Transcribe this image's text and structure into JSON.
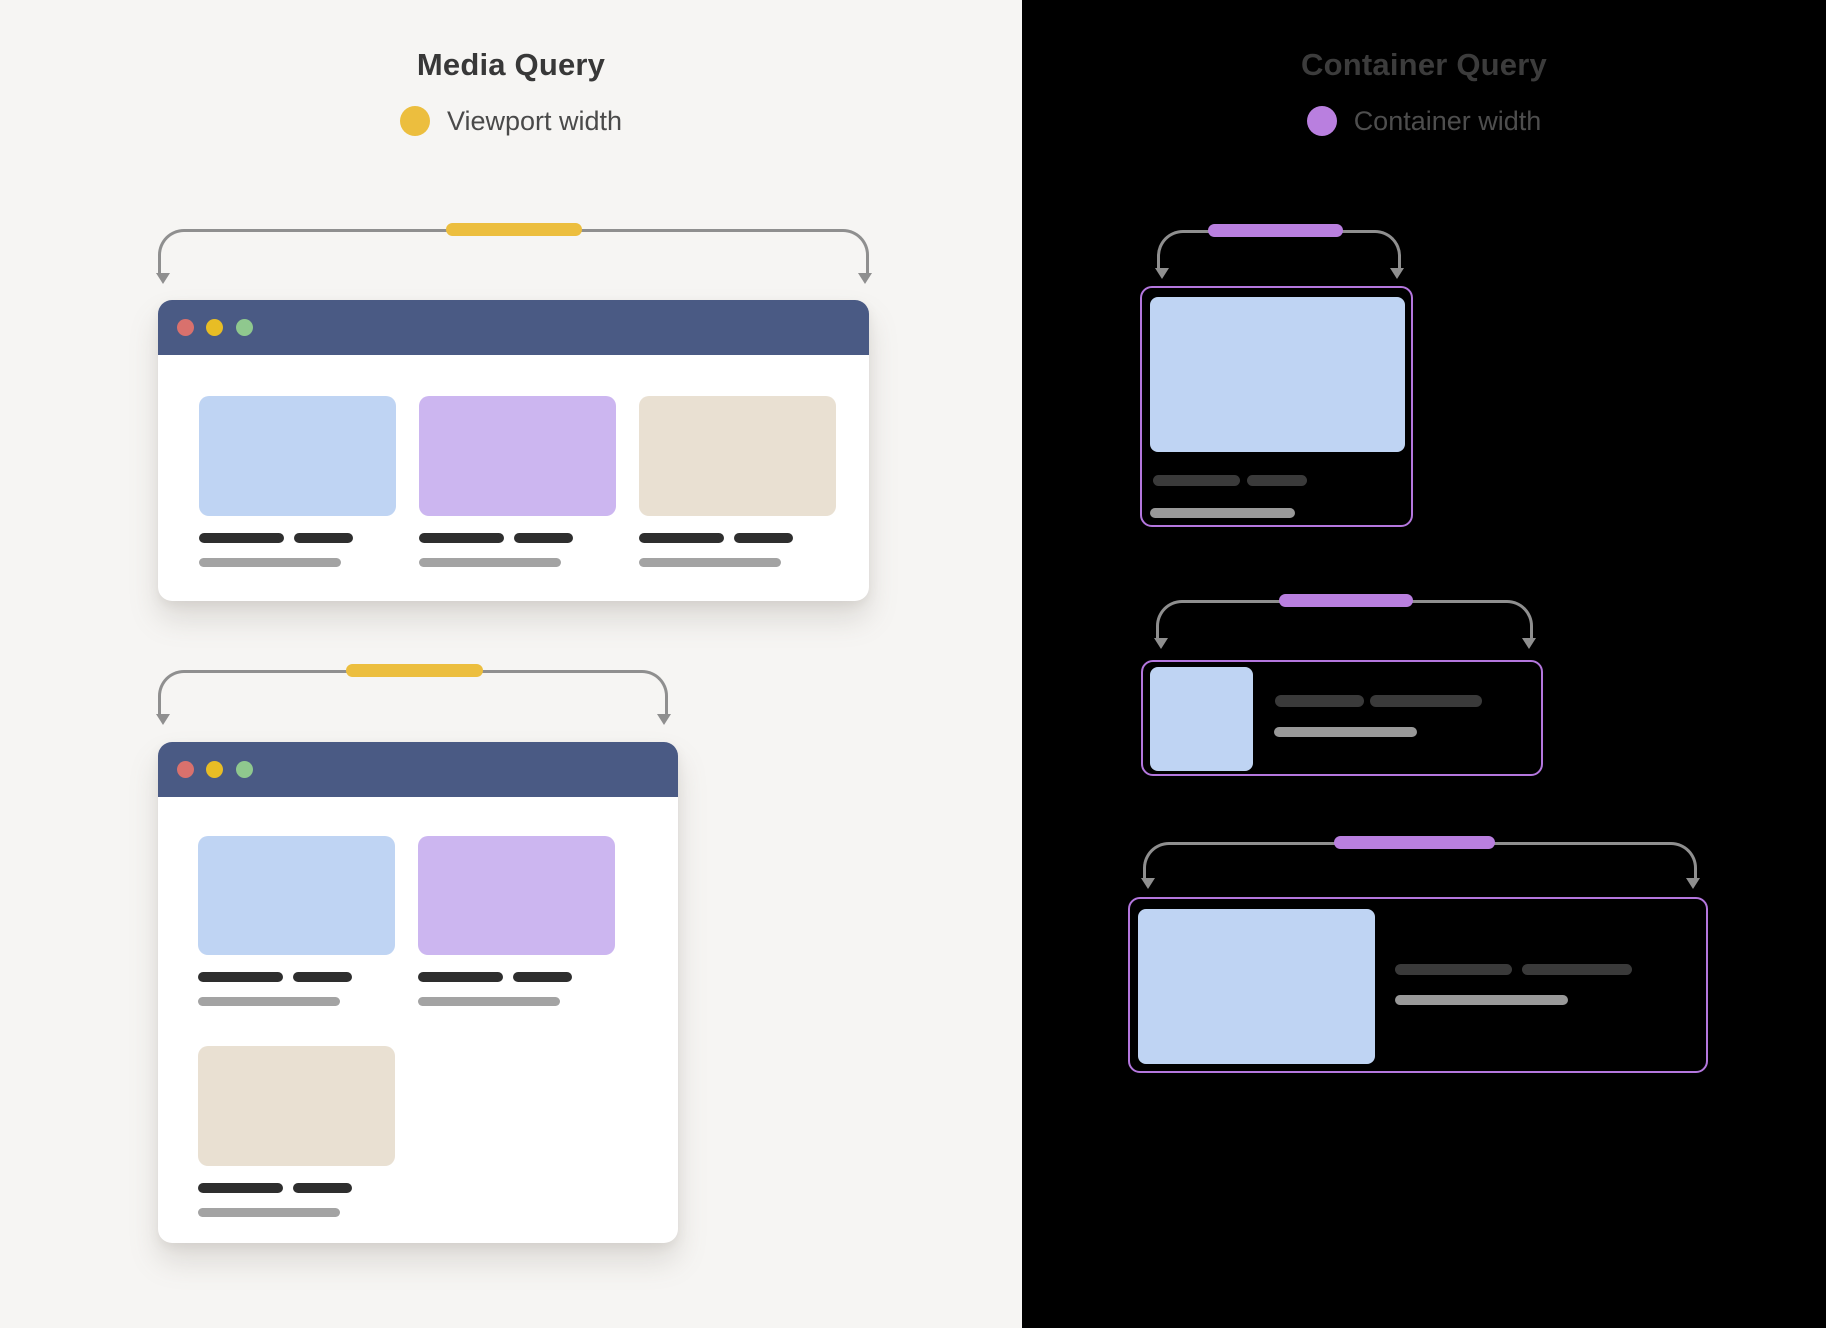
{
  "left_panel": {
    "title": "Media Query",
    "legend_label": "Viewport width"
  },
  "right_panel": {
    "title": "Container Query",
    "legend_label": "Container width"
  },
  "icons": {
    "left_legend_dot": "yellow-circle",
    "right_legend_dot": "purple-circle",
    "window_controls": [
      "red-dot",
      "yellow-dot",
      "green-dot"
    ],
    "bracket_arrows": "down-arrow"
  },
  "colors": {
    "bg_left": "#f6f5f3",
    "bg_right": "#000000",
    "titlebar": "#4a5a84",
    "window": "#ffffff",
    "card_blue": "#bfd4f3",
    "card_purple": "#ccb6f0",
    "card_beige": "#e9e0d2",
    "accent_yellow": "#ecbe3e",
    "accent_purple": "#b97fdf",
    "purple_border": "#b477de",
    "bracket": "#8f8f8f",
    "dark_line": "#2e2e2e",
    "gray_line": "#a3a3a3",
    "dark_line_right": "#3a3a3a",
    "gray_line_right": "#999999",
    "dot_red": "#d9716d",
    "dot_yellow": "#e8bd25",
    "dot_green": "#8fc88e",
    "title_left": "#383838",
    "legend_left": "#4a4a4a",
    "title_right": "#3c3c3c",
    "legend_right": "#4e4e4e"
  }
}
